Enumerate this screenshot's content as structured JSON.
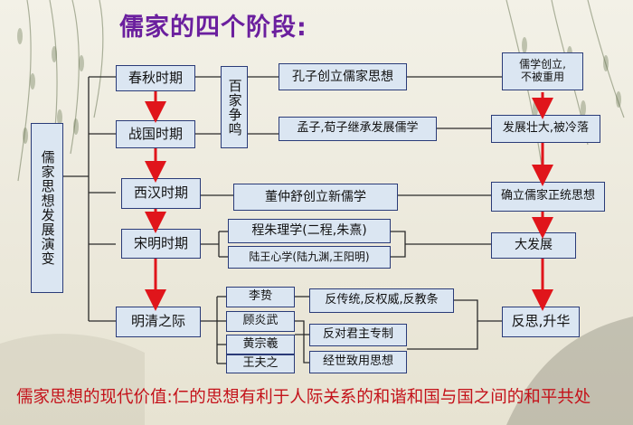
{
  "title": "儒家的四个阶段:",
  "main_label": "儒家思想发展演变",
  "periods": [
    "春秋时期",
    "战国时期",
    "西汉时期",
    "宋明时期",
    "明清之际"
  ],
  "hundred_schools": "百家争鸣",
  "events": {
    "confucius": "孔子创立儒家思想",
    "mencius": "孟子,荀子继承发展儒学",
    "dong": "董仲舒创立新儒学",
    "cheng_zhu": "程朱理学(二程,朱熹)",
    "lu_wang": "陆王心学(陆九渊,王阳明)",
    "li_zhi": "李贽",
    "gu": "顾炎武",
    "huang": "黄宗羲",
    "wang": "王夫之",
    "anti": "反传统,反权威,反教条",
    "anti_monarchy": "反对君主专制",
    "practical": "经世致用思想"
  },
  "outcomes": {
    "o1_line1": "儒学创立,",
    "o1_line2": "不被重用",
    "o2": "发展壮大,被冷落",
    "o3": "确立儒家正统思想",
    "o4": "大发展",
    "o5": "反思,升华"
  },
  "modern_value": "儒家思想的现代价值:仁的思想有利于人际关系的和谐和国与国之间的和平共处",
  "colors": {
    "box_fill": "#dbe6f2",
    "box_border": "#2a3b78",
    "arrow_red": "#e0151b",
    "title": "#6b1f9e",
    "note": "#c4121a"
  }
}
